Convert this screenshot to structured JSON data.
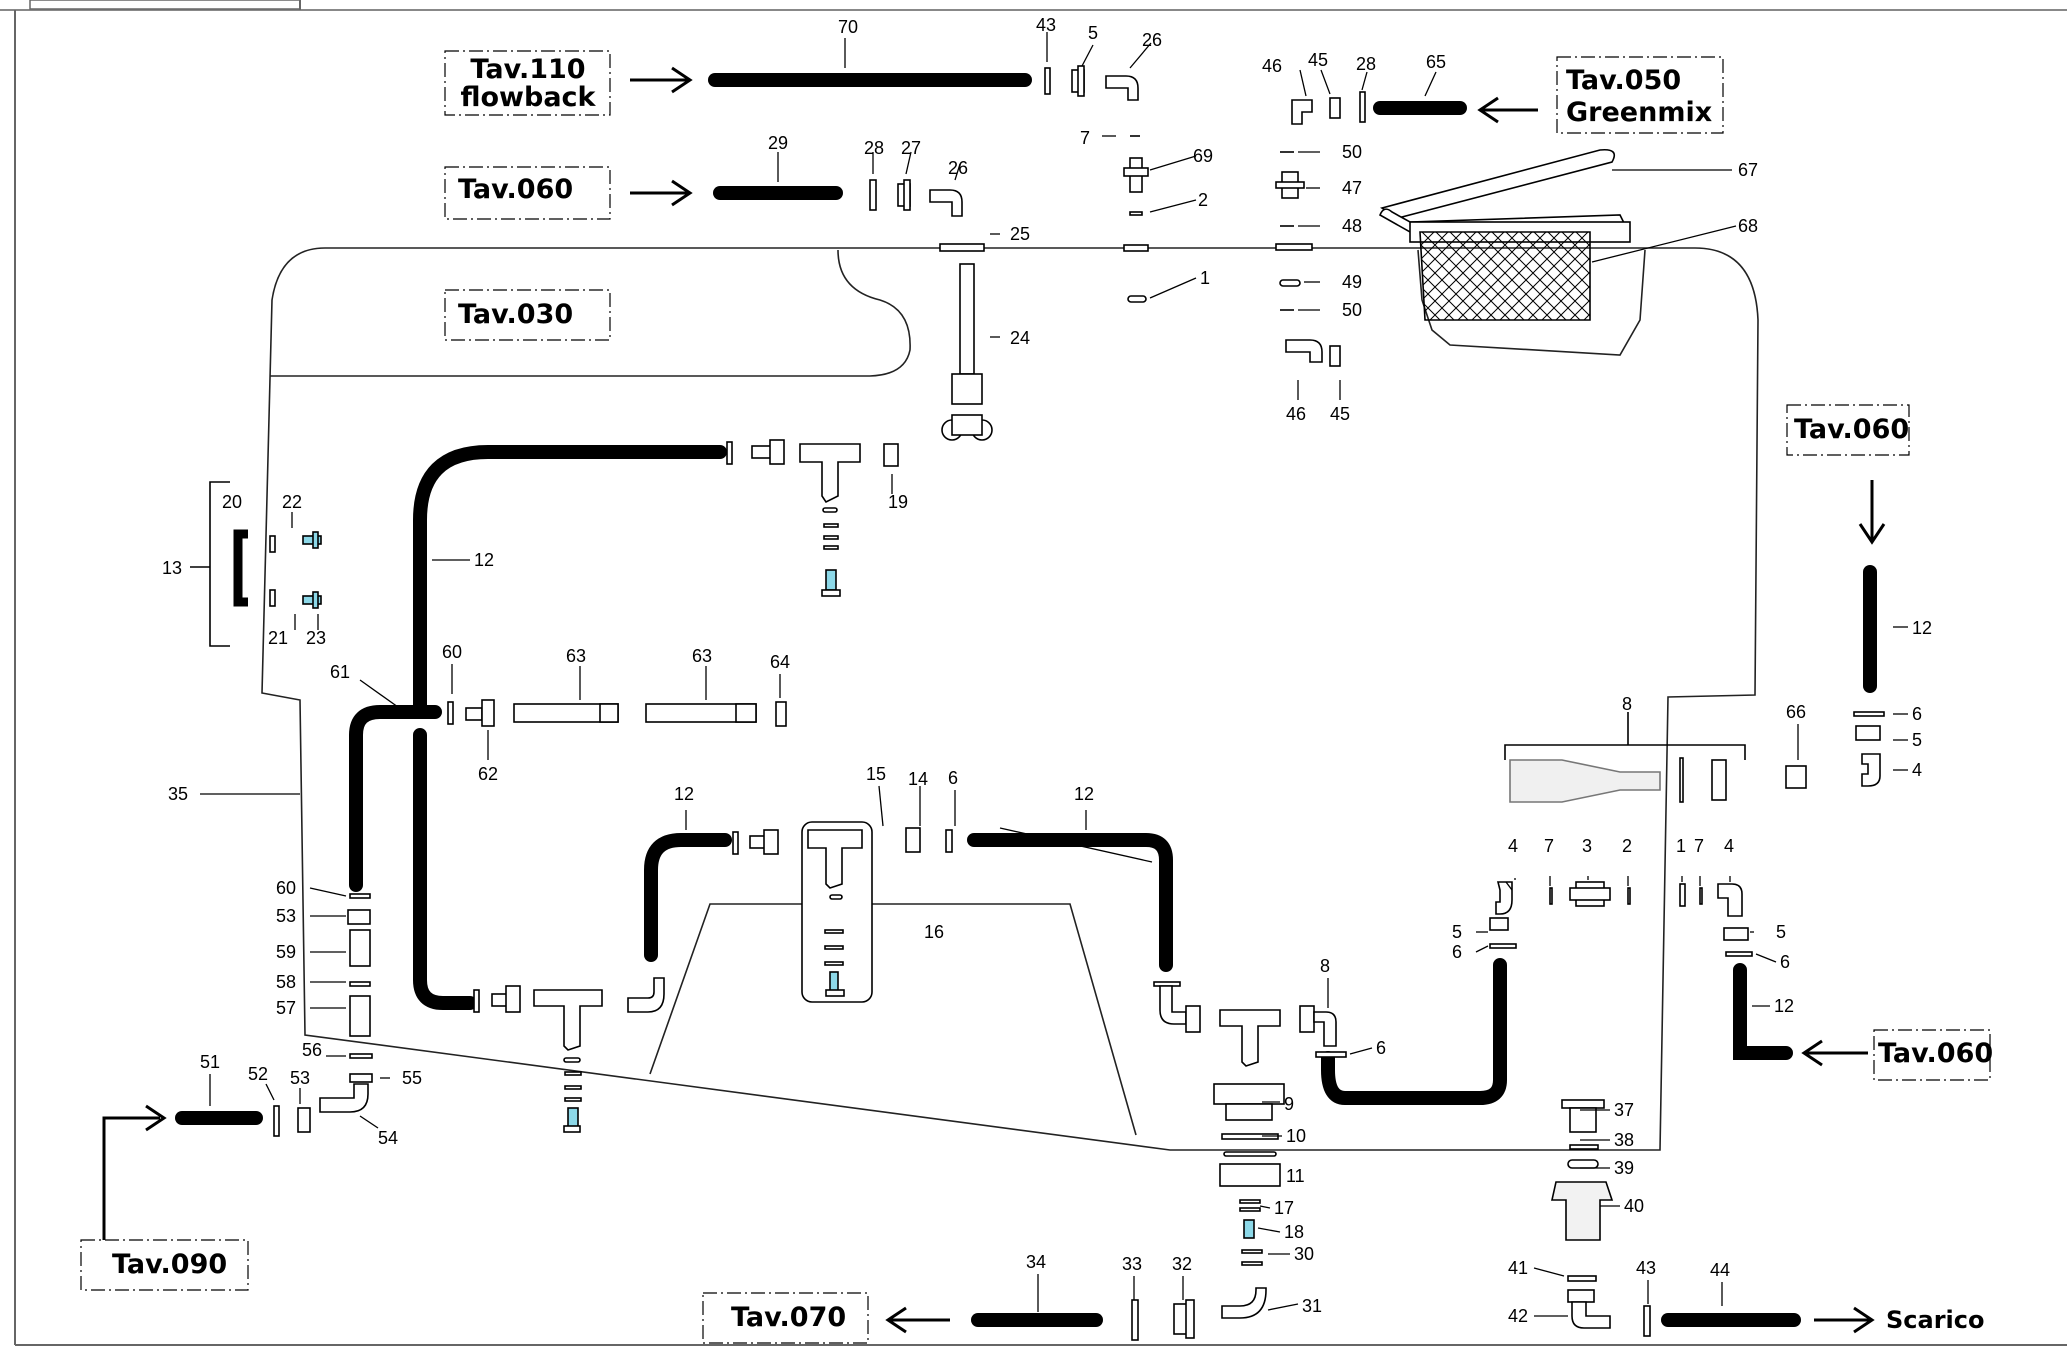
{
  "window": {
    "tab_label": ""
  },
  "references": [
    {
      "id": "tav110",
      "lines": [
        "Tav.110",
        "flowback"
      ]
    },
    {
      "id": "tav060a",
      "lines": [
        "Tav.060"
      ]
    },
    {
      "id": "tav030",
      "lines": [
        "Tav.030"
      ]
    },
    {
      "id": "tav050",
      "lines": [
        "Tav.050",
        "Greenmix"
      ]
    },
    {
      "id": "tav060b",
      "lines": [
        "Tav.060"
      ]
    },
    {
      "id": "tav060c",
      "lines": [
        "Tav.060"
      ]
    },
    {
      "id": "tav090",
      "lines": [
        "Tav.090"
      ]
    },
    {
      "id": "tav070",
      "lines": [
        "Tav.070"
      ]
    }
  ],
  "outlet_label": "Scarico",
  "part_numbers": [
    "70",
    "43",
    "5",
    "26",
    "29",
    "28",
    "27",
    "26",
    "7",
    "69",
    "2",
    "25",
    "1",
    "24",
    "46",
    "45",
    "28",
    "65",
    "50",
    "47",
    "48",
    "49",
    "50",
    "46",
    "45",
    "67",
    "68",
    "20",
    "22",
    "13",
    "21",
    "23",
    "19",
    "12",
    "60",
    "61",
    "63",
    "63",
    "64",
    "62",
    "35",
    "15",
    "14",
    "6",
    "12",
    "12",
    "16",
    "60",
    "53",
    "59",
    "58",
    "57",
    "56",
    "55",
    "51",
    "52",
    "53",
    "54",
    "8",
    "4",
    "7",
    "3",
    "2",
    "1",
    "7",
    "4",
    "5",
    "6",
    "5",
    "6",
    "8",
    "6",
    "9",
    "10",
    "11",
    "17",
    "18",
    "30",
    "31",
    "34",
    "33",
    "32",
    "37",
    "38",
    "39",
    "40",
    "41",
    "43",
    "44",
    "42",
    "12",
    "6",
    "5",
    "4",
    "66",
    "12"
  ]
}
